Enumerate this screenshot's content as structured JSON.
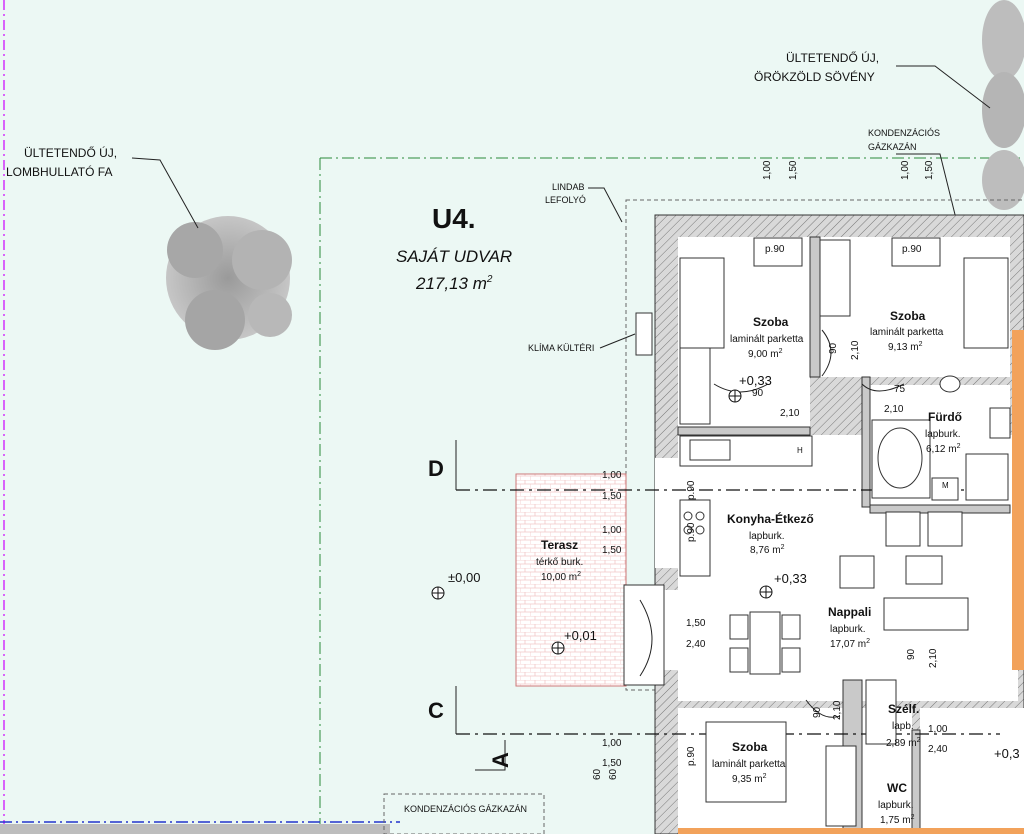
{
  "labels": {
    "tree_label_1": "ÜLTETENDŐ ÚJ,",
    "tree_label_2": "LOMBHULLATÓ FA",
    "hedge_label_1": "ÜLTETENDŐ ÚJ,",
    "hedge_label_2": "ÖRÖKZÖLD SÖVÉNY",
    "unit_id": "U4.",
    "yard_title": "SAJÁT UDVAR",
    "yard_area": "217,13 m",
    "yard_area_sup": "2",
    "lindab_1": "LINDAB",
    "lindab_2": "LEFOLYÓ",
    "klima": "KLÍMA KÜLTÉRI",
    "kondenz_top_1": "KONDENZÁCIÓS",
    "kondenz_top_2": "GÁZKAZÁN",
    "kondenz_bottom": "KONDENZÁCIÓS GÁZKAZÁN"
  },
  "rooms": {
    "szoba1": {
      "name": "Szoba",
      "floor": "laminált parketta",
      "area": "9,00 m",
      "sup": "2"
    },
    "szoba2": {
      "name": "Szoba",
      "floor": "laminált parketta",
      "area": "9,13 m",
      "sup": "2"
    },
    "furdo": {
      "name": "Fürdő",
      "floor": "lapburk.",
      "area": "6,12 m",
      "sup": "2"
    },
    "konyha": {
      "name": "Konyha-Étkező",
      "floor": "lapburk.",
      "area": "8,76 m",
      "sup": "2"
    },
    "terasz": {
      "name": "Terasz",
      "floor": "térkő burk.",
      "area": "10,00 m",
      "sup": "2"
    },
    "nappali": {
      "name": "Nappali",
      "floor": "lapburk.",
      "area": "17,07 m",
      "sup": "2"
    },
    "szoba3": {
      "name": "Szoba",
      "floor": "laminált parketta",
      "area": "9,35 m",
      "sup": "2"
    },
    "szelf": {
      "name": "Szélf.",
      "floor": "lapb.",
      "area": "2,89 m",
      "sup": "2"
    },
    "wc": {
      "name": "WC",
      "floor": "lapburk.",
      "area": "1,75 m",
      "sup": "2"
    }
  },
  "levels": {
    "l1": "+0,33",
    "l2": "+0,33",
    "l3": "±0,00",
    "l4": "+0,01",
    "l5": "+0,3"
  },
  "dimensions": {
    "d100": "1,00",
    "d150": "1,50",
    "d90": "90",
    "d210": "2,10",
    "d75": "75",
    "d240": "2,40",
    "d60": "60",
    "dp90": "p.90"
  },
  "section_marks": {
    "d": "D",
    "c": "C",
    "a": "A"
  },
  "fixtures": {
    "h": "H",
    "m": "M"
  }
}
